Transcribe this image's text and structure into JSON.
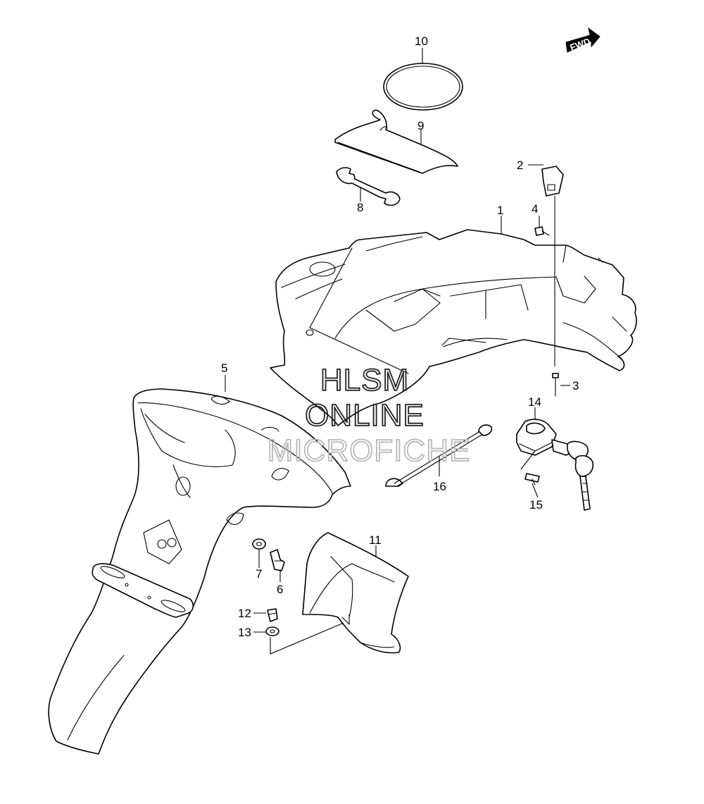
{
  "callouts": [
    {
      "id": "1",
      "label": "1"
    },
    {
      "id": "2",
      "label": "2"
    },
    {
      "id": "3",
      "label": "3"
    },
    {
      "id": "4",
      "label": "4"
    },
    {
      "id": "5",
      "label": "5"
    },
    {
      "id": "6",
      "label": "6"
    },
    {
      "id": "7",
      "label": "7"
    },
    {
      "id": "8",
      "label": "8"
    },
    {
      "id": "9",
      "label": "9"
    },
    {
      "id": "10",
      "label": "10"
    },
    {
      "id": "11",
      "label": "11"
    },
    {
      "id": "12",
      "label": "12"
    },
    {
      "id": "13",
      "label": "13"
    },
    {
      "id": "14",
      "label": "14"
    },
    {
      "id": "15",
      "label": "15"
    },
    {
      "id": "16",
      "label": "16"
    }
  ],
  "direction_badge": {
    "label": "FWD"
  },
  "watermark": {
    "line1": "HLSM",
    "line2": "ONLINE",
    "line3": "MICROFICHE",
    "color_dark": "#222222",
    "color_light": "#b8b8b8"
  }
}
